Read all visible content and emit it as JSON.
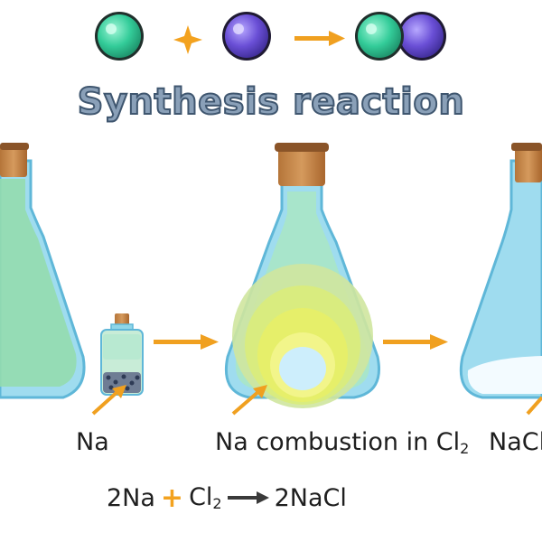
{
  "title": "Synthesis reaction",
  "labels": {
    "na": "Na",
    "combustion_prefix": "Na combustion in Cl",
    "combustion_sub": "2",
    "nacl": "NaCl"
  },
  "equation": {
    "left_coef": "2Na",
    "plus": "+",
    "cl_symbol": "Cl",
    "cl_sub": "2",
    "product": "2NaCl"
  },
  "colors": {
    "atom_green": "#33cc99",
    "atom_purple": "#6a4fd6",
    "plus_orange": "#f3a21f",
    "arrow_orange": "#f0a020",
    "cork": "#c9894a",
    "glass": "#9fdcef",
    "gas_green": "#9fe0b8",
    "flame_yellow": "#e6ef6a",
    "salt_white": "#f3fbff"
  },
  "icons": [
    "atom-green-icon",
    "atom-purple-icon",
    "plus-icon",
    "arrow-icon",
    "molecule-icon",
    "flask-icon",
    "vial-icon"
  ]
}
